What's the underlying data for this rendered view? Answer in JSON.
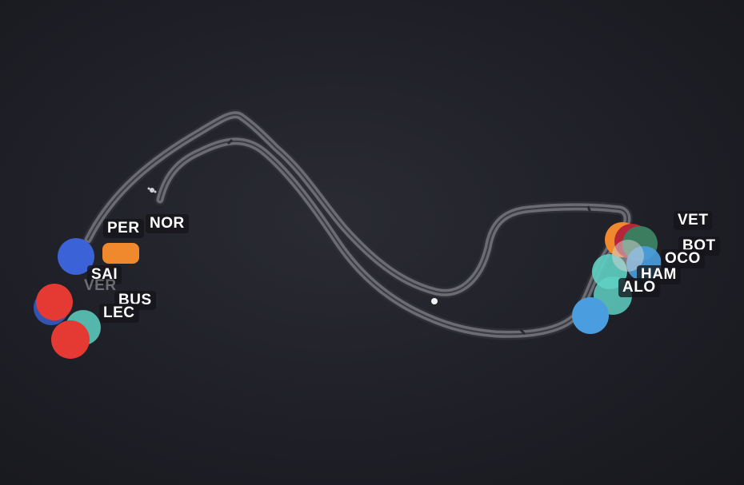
{
  "track": {
    "name": "",
    "surface_color": "#6b6c72",
    "edge_color": "#2e2f36"
  },
  "drivers": {
    "per": "PER",
    "nor": "NOR",
    "sai": "SAI",
    "ver": "VER",
    "bus": "BUS",
    "lec": "LEC",
    "vet": "VET",
    "bot": "BOT",
    "oco": "OCO",
    "ham": "HAM",
    "alo": "ALO"
  },
  "colors": {
    "red_bull": "#3b62d6",
    "mclaren": "#f0882e",
    "ferrari": "#e53a34",
    "mercedes": "#5fd0c3",
    "alpine": "#4a9ee0",
    "aston_martin": "#3c7d5f",
    "alfa_romeo": "#b5263a",
    "haas": "#d8d8d8"
  },
  "markers": {
    "icons": [
      "sector-marker-icon",
      "position-dot-icon"
    ]
  }
}
